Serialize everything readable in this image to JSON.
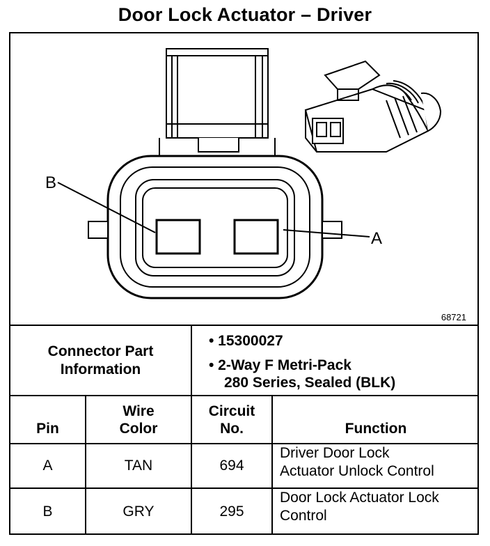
{
  "title": "Door Lock Actuator – Driver",
  "figure_number": "68721",
  "pin_labels": {
    "b": "B",
    "a": "A"
  },
  "connector_info": {
    "label_line1": "Connector Part",
    "label_line2": "Information",
    "bullet1": "• 15300027",
    "bullet2_line1": "• 2-Way F Metri-Pack",
    "bullet2_line2": "280 Series, Sealed (BLK)"
  },
  "headers": {
    "pin": "Pin",
    "wire_color_1": "Wire",
    "wire_color_2": "Color",
    "circuit_1": "Circuit",
    "circuit_2": "No.",
    "function": "Function"
  },
  "rows": [
    {
      "pin": "A",
      "color": "TAN",
      "circuit": "694",
      "function_1": "Driver Door Lock",
      "function_2": "Actuator Unlock Control"
    },
    {
      "pin": "B",
      "color": "GRY",
      "circuit": "295",
      "function_1": "Door Lock Actuator Lock",
      "function_2": "Control"
    }
  ]
}
